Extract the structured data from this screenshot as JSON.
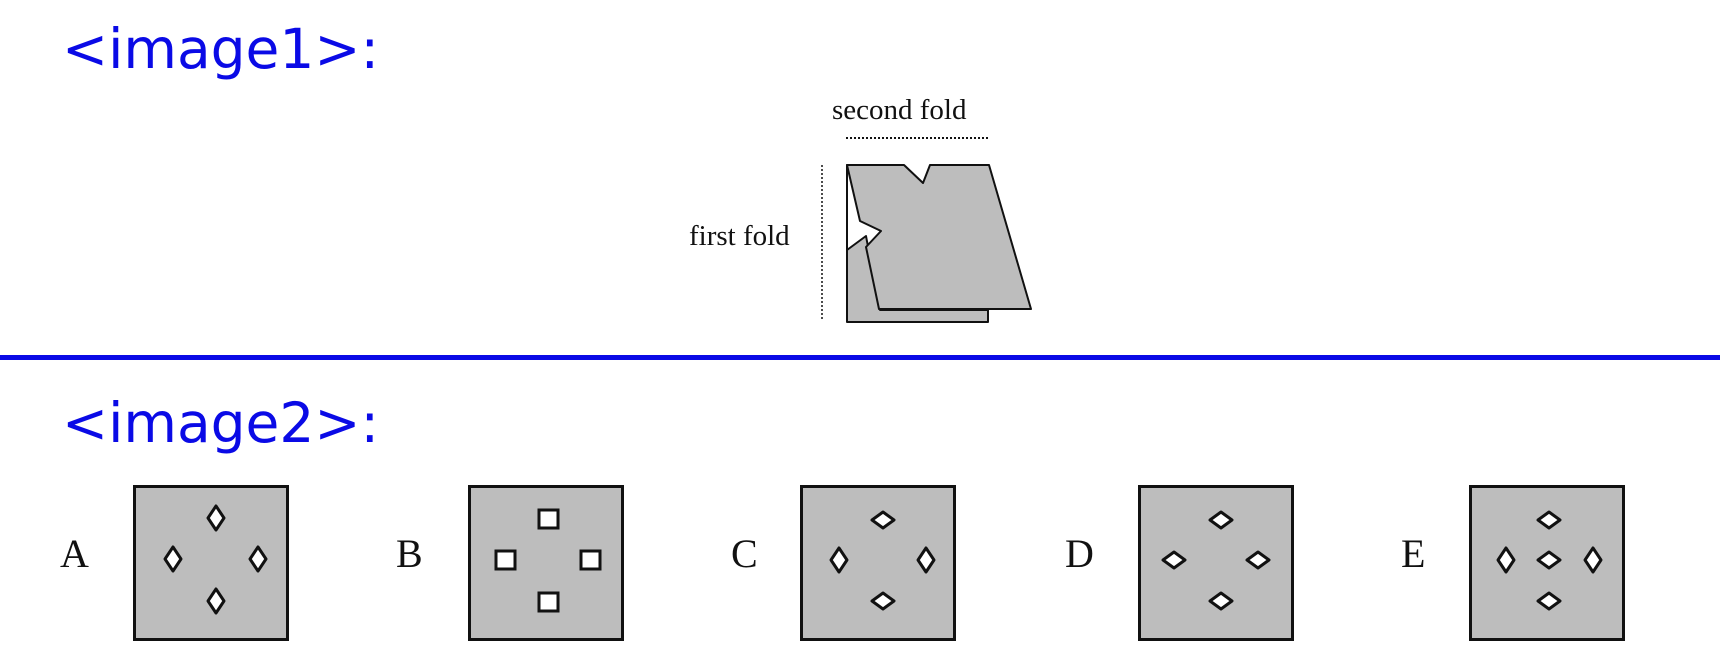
{
  "sections": [
    {
      "label": "<image1>:"
    },
    {
      "label": "<image2>:"
    }
  ],
  "folding_figure": {
    "second_fold_label": "second fold",
    "first_fold_label": "first fold",
    "paper_color": "#bdbdbd",
    "outline_color": "#111111"
  },
  "options": [
    {
      "letter": "A",
      "holes": [
        {
          "shape": "diamond-vertical"
        },
        {
          "shape": "diamond-vertical"
        },
        {
          "shape": "diamond-vertical"
        },
        {
          "shape": "diamond-vertical"
        }
      ]
    },
    {
      "letter": "B",
      "holes": [
        {
          "shape": "square"
        },
        {
          "shape": "square"
        },
        {
          "shape": "square"
        },
        {
          "shape": "square"
        }
      ]
    },
    {
      "letter": "C",
      "holes": [
        {
          "shape": "diamond-horizontal"
        },
        {
          "shape": "diamond-vertical"
        },
        {
          "shape": "diamond-vertical"
        },
        {
          "shape": "diamond-horizontal"
        }
      ]
    },
    {
      "letter": "D",
      "holes": [
        {
          "shape": "diamond-horizontal"
        },
        {
          "shape": "diamond-horizontal"
        },
        {
          "shape": "diamond-horizontal"
        },
        {
          "shape": "diamond-horizontal"
        }
      ]
    },
    {
      "letter": "E",
      "holes": [
        {
          "shape": "diamond-horizontal"
        },
        {
          "shape": "diamond-vertical"
        },
        {
          "shape": "diamond-horizontal"
        },
        {
          "shape": "diamond-vertical"
        },
        {
          "shape": "diamond-horizontal"
        }
      ]
    }
  ],
  "colors": {
    "accent": "#0a0ae6",
    "panel_fill": "#bdbdbd",
    "hole_fill": "#ffffff",
    "outline": "#111111"
  }
}
